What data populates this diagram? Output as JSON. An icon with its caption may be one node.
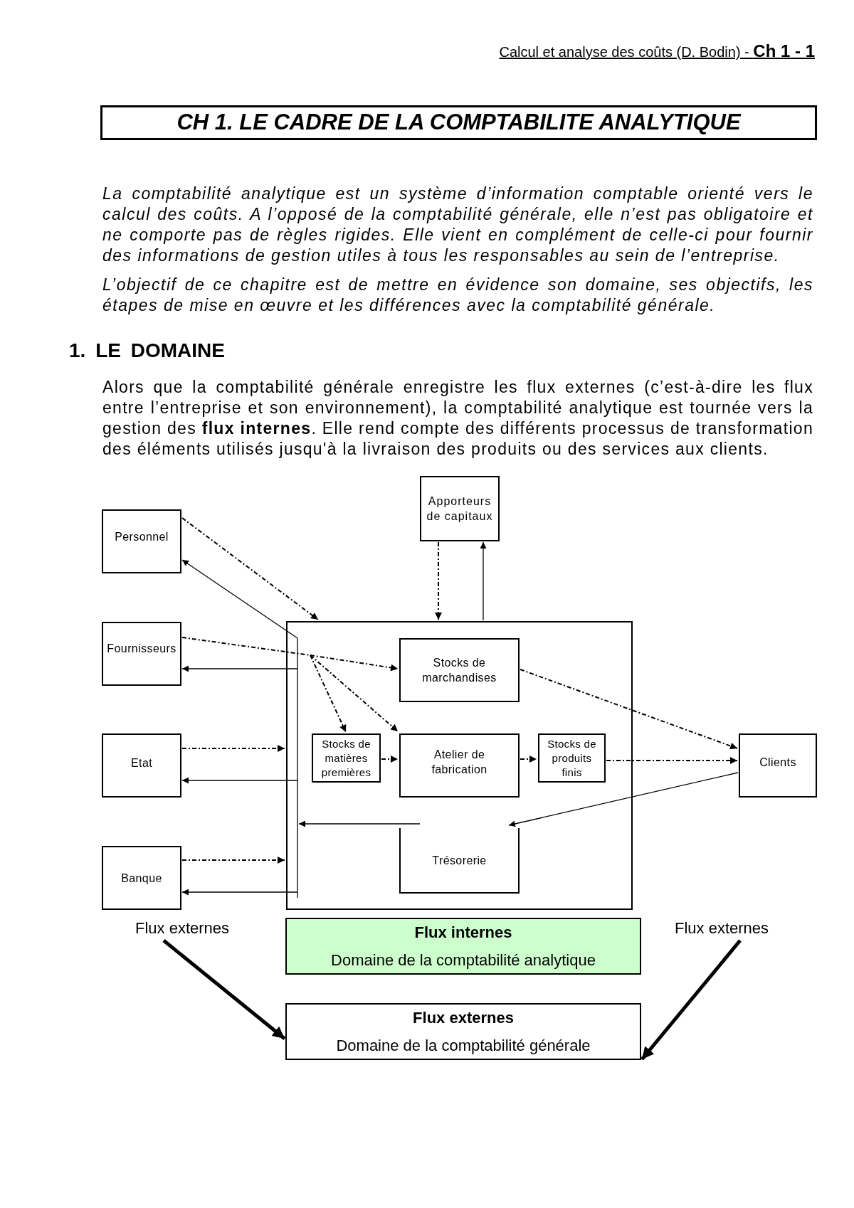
{
  "diagram": {
    "title": "CH 1. LE CADRE DE LA COMPTABILITE ANALYTIQUE",
    "nodes": [
      {
        "text": [
          "Apporteurs de capitaux"
        ]
      },
      {
        "text": [
          "Personnel"
        ]
      },
      {
        "text": [
          "Fournisseurs"
        ]
      },
      {
        "text": [
          "Etat"
        ]
      },
      {
        "text": [
          "Banque"
        ]
      },
      {
        "text": [],
        "shape": "box"
      },
      {
        "text": [
          "Stocks de marchandises"
        ],
        "in": 5
      },
      {
        "text": [
          "Stocks de matières premières"
        ],
        "in": 5
      },
      {
        "text": [
          "Atelier de fabrication"
        ],
        "in": 5
      },
      {
        "text": [
          "Stocks de produits finis"
        ],
        "in": 5
      },
      {
        "text": [
          "Trésorerie"
        ],
        "in": 5
      },
      {
        "text": [
          "Clients"
        ]
      },
      {
        "text": [
          "Flux externes"
        ]
      },
      {
        "text": [
          "Flux internes",
          "Domaine de la comptabilité analytique"
        ]
      },
      {
        "text": [
          "Flux externes"
        ]
      },
      {
        "text": [
          "Flux externes",
          "Domaine de la comptabilité générale"
        ]
      }
    ],
    "edges": [
      {
        "from": 1,
        "to": 5,
        "arrow": "to",
        "style": "dashed"
      },
      {
        "from": 10,
        "to": 1,
        "arrow": "to"
      },
      {
        "from": 0,
        "to": 5,
        "arrow": "to",
        "style": "dashed"
      },
      {
        "from": 5,
        "to": 0,
        "arrow": "to"
      },
      {
        "from": 2,
        "to": 6,
        "arrow": "to",
        "style": "dashed"
      },
      {
        "from": 2,
        "to": 7,
        "arrow": "to",
        "style": "dashed"
      },
      {
        "from": 2,
        "to": 8,
        "arrow": "to",
        "style": "dashed"
      },
      {
        "from": 10,
        "to": 2,
        "arrow": "to"
      },
      {
        "from": 3,
        "to": 5,
        "arrow": "to",
        "style": "dashed"
      },
      {
        "from": 10,
        "to": 3,
        "arrow": "to"
      },
      {
        "from": 7,
        "to": 8,
        "arrow": "to",
        "style": "dashed"
      },
      {
        "from": 8,
        "to": 9,
        "arrow": "to",
        "style": "dashed"
      },
      {
        "from": 9,
        "to": 11,
        "arrow": "to",
        "style": "dashed"
      },
      {
        "from": 6,
        "to": 11,
        "arrow": "to",
        "style": "dashed"
      },
      {
        "from": 11,
        "to": 10,
        "arrow": "to"
      },
      {
        "from": 4,
        "to": 5,
        "arrow": "to",
        "style": "dashed"
      },
      {
        "from": 10,
        "to": 4,
        "arrow": "to"
      },
      {
        "from": 12,
        "to": 15,
        "arrow": "to",
        "style": "thick"
      },
      {
        "from": 14,
        "to": 15,
        "arrow": "to",
        "style": "thick"
      }
    ],
    "labels": [
      "Calcul et analyse des coûts (D. Bodin) - **Ch 1 - 1**",
      "La comptabilité analytique est un système d’information comptable orienté vers le calcul des coûts. A l’opposé de la comptabilité générale, elle n’est pas obligatoire et ne comporte pas de règles rigides. Elle vient en complément de celle-ci pour fournir des informations de gestion utiles à tous les responsables au sein de l’entreprise.",
      "L’objectif de ce chapitre est de mettre en évidence son domaine, ses objectifs, les étapes de mise en œuvre et les différences avec la comptabilité générale.",
      "1. LE DOMAINE",
      "Alors que la comptabilité générale enregistre les flux externes (c’est-à-dire les flux entre l’entreprise et son environnement), la comptabilité analytique est tournée vers la gestion des **flux internes**. Elle rend compte des différents processus de transformation des éléments utilisés jusqu'à la livraison des produits ou des services aux clients."
    ]
  }
}
